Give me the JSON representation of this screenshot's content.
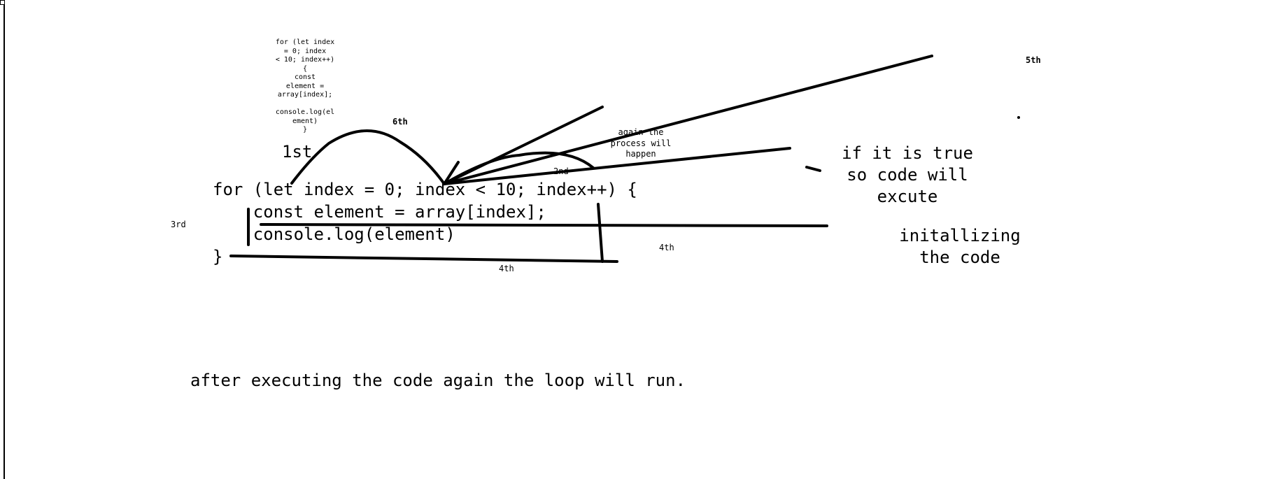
{
  "mini_code": "for (let index\n= 0; index\n< 10; index++)\n{\nconst\nelement =\narray[index];\n\nconsole.log(el\nement)\n}",
  "code_lines": [
    "for (let index = 0; index < 10; index++) {",
    "    const element = array[index];",
    "    console.log(element)",
    "}"
  ],
  "step_labels": {
    "first": "1st",
    "second": "2nd",
    "third": "3rd",
    "fourth_right": "4th",
    "fourth_bottom": "4th",
    "fifth": "5th",
    "sixth": "6th"
  },
  "notes": {
    "condition_true": "if it is true\nso code will\nexcute",
    "initializing": "initallizing\nthe code",
    "again": "again the\nprocess will\nhappen"
  },
  "footer_text": "after executing the code again the loop will run."
}
